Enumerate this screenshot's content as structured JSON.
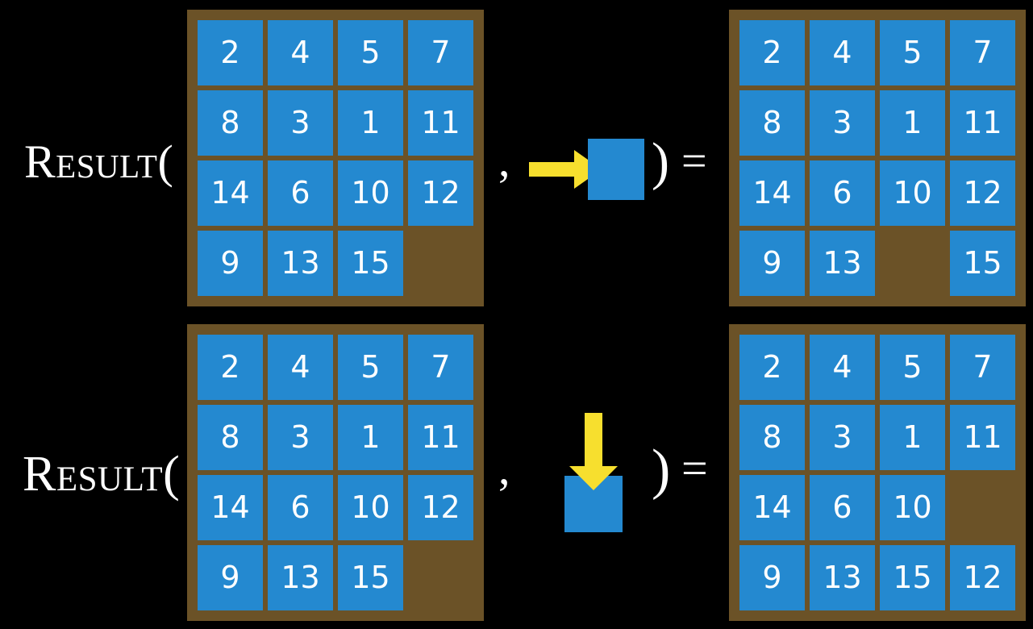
{
  "page": {
    "background_color": "#000000",
    "tile_color": "#2489D0",
    "board_color": "#6B5227",
    "arrow_color": "#F7DF2E",
    "text_color": "#FFFFFF"
  },
  "rows": [
    {
      "id": "row-top",
      "function_label": "Result(",
      "separator": ",",
      "close_paren": ")",
      "equals": "=",
      "action": {
        "icon_name": "right-arrow-icon",
        "direction": "right",
        "description": "slide tile right"
      },
      "input_board": {
        "label": "input-board",
        "grid": [
          [
            "2",
            "4",
            "5",
            "7"
          ],
          [
            "8",
            "3",
            "1",
            "11"
          ],
          [
            "14",
            "6",
            "10",
            "12"
          ],
          [
            "9",
            "13",
            "15",
            ""
          ]
        ]
      },
      "output_board": {
        "label": "output-board",
        "grid": [
          [
            "2",
            "4",
            "5",
            "7"
          ],
          [
            "8",
            "3",
            "1",
            "11"
          ],
          [
            "14",
            "6",
            "10",
            "12"
          ],
          [
            "9",
            "13",
            "",
            "15"
          ]
        ]
      }
    },
    {
      "id": "row-bottom",
      "function_label": "Result(",
      "separator": ",",
      "close_paren": ")",
      "equals": "=",
      "action": {
        "icon_name": "down-arrow-icon",
        "direction": "down",
        "description": "slide tile down"
      },
      "input_board": {
        "label": "input-board",
        "grid": [
          [
            "2",
            "4",
            "5",
            "7"
          ],
          [
            "8",
            "3",
            "1",
            "11"
          ],
          [
            "14",
            "6",
            "10",
            "12"
          ],
          [
            "9",
            "13",
            "15",
            ""
          ]
        ]
      },
      "output_board": {
        "label": "output-board",
        "grid": [
          [
            "2",
            "4",
            "5",
            "7"
          ],
          [
            "8",
            "3",
            "1",
            "11"
          ],
          [
            "14",
            "6",
            "10",
            ""
          ],
          [
            "9",
            "13",
            "15",
            "12"
          ]
        ]
      }
    }
  ]
}
